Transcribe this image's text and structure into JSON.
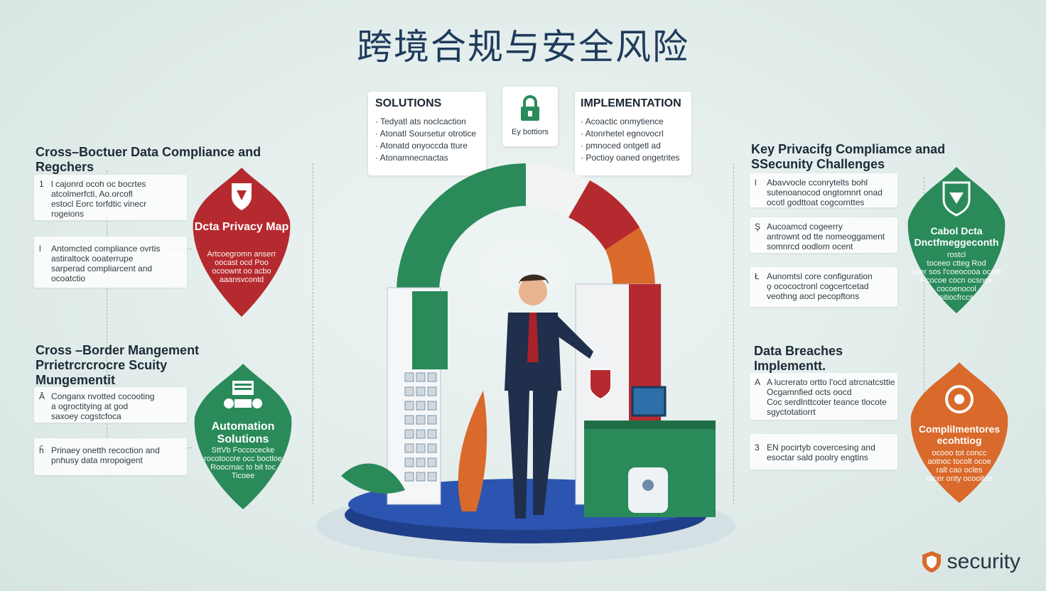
{
  "title": "跨境合规与安全风险",
  "top": {
    "solutions": {
      "title": "SOLUTIONS",
      "items": [
        "Tedyatl ats noclcaction",
        "Atonatl Soursetur otrotice",
        "Atonatd onyoccda tture",
        "Atonamnecnactas"
      ]
    },
    "lock": {
      "label": "Ey bottiors"
    },
    "implementation": {
      "title": "IMPLEMENTATION",
      "items": [
        "Acoactic onmytience",
        "Atonrhetel egnovocrl",
        "pmnoced ontgetl ad",
        "Poctioy oaned ongetrites"
      ]
    }
  },
  "left": {
    "section1": {
      "title": "Cross–Boctuer Data Compliance and Regchers",
      "cards": [
        {
          "num": "1",
          "lines": [
            "l cajonrd ocoh oc bocrtes",
            "atcolmerfcti, Ao.orcofl",
            "estocl Eorc torfdtic vinecr",
            "rogeions"
          ]
        },
        {
          "num": "l",
          "lines": [
            "Antomcted compliance ovrtis",
            "astiraltock ooaterrupe",
            "sarperad compliarcent and",
            "ocoatctio"
          ]
        }
      ],
      "shield": {
        "title": "Dcta Privacy Map",
        "body": [
          "Artcoegromn anserr",
          "oocast ocd Poo",
          "ocoownt oo acbo",
          "aaansvcontd"
        ]
      }
    },
    "section2": {
      "title": "Cross –Border Mangement Prrietrcrcrocre Scuity Mungementit",
      "cards": [
        {
          "num": "Ā",
          "lines": [
            "Conganx nvotted cocooting",
            "a ogroctitying at god",
            "saxoey cogstcfoca"
          ]
        },
        {
          "num": "ĥ",
          "lines": [
            "Prinaey onetth recoction and",
            "pnhusy data mropoigent"
          ]
        }
      ],
      "shield": {
        "title": "Automation Solutions",
        "body": [
          "SttVb Foccocecke",
          "rocotoccre occ boctloe",
          "Roocrnac to bit toc",
          "Ticoee"
        ]
      }
    }
  },
  "right": {
    "section1": {
      "title": "Key Privacifg Compliamce anad SSecunity Challenges",
      "cards": [
        {
          "num": "l",
          "lines": [
            "Abavvocle cconrytelts bohl",
            "sutenoanocod ongtomnrt onad",
            "ocotl godttoat cogcornttes"
          ]
        },
        {
          "num": "Ş",
          "lines": [
            "Aucoamcd cogeerry",
            "antrownt od tte nomeoggament",
            "somnrcd oodlom ocent"
          ]
        },
        {
          "num": "Ł",
          "lines": [
            "Aunomtsl core configuration",
            "o̧ ocococtronl cogcertcetad",
            "veothng aocl pecopftons"
          ]
        }
      ],
      "shield": {
        "title": "Cabol Dcta Dnctfmeggeconth",
        "body": [
          "rostcl",
          "toceeo ctteg Rod",
          "soer sos l'coeocooa ocote",
          "Rcocoe cocn ocsnoe",
          "cocoenocol",
          "sitiocfrccs"
        ]
      }
    },
    "section2": {
      "title": "Data Breaches Implementt.",
      "cards": [
        {
          "num": "A",
          "lines": [
            "A lucrerato ortto l'ocd atrcnatcsttie",
            "Ocgamnfied octs oocd",
            "Coc serdlnttcoter teance tlocote",
            "sgyctotatiorrt"
          ]
        },
        {
          "num": "3",
          "lines": [
            "EN pocirtyb covercesing and",
            "esoctar sald poolry engtins"
          ]
        }
      ],
      "shield": {
        "title": "Complilmentores ecohttiog",
        "body": [
          "ocooo tot concc",
          "aotnoc tocolt ocoe",
          "ralt cao ocles",
          "racer onty ocooitce"
        ]
      }
    }
  },
  "brand": {
    "label": "security"
  },
  "colors": {
    "red": "#b52a2f",
    "green": "#2a8a5a",
    "orange": "#d96a2b",
    "navy": "#1f3b5c"
  }
}
